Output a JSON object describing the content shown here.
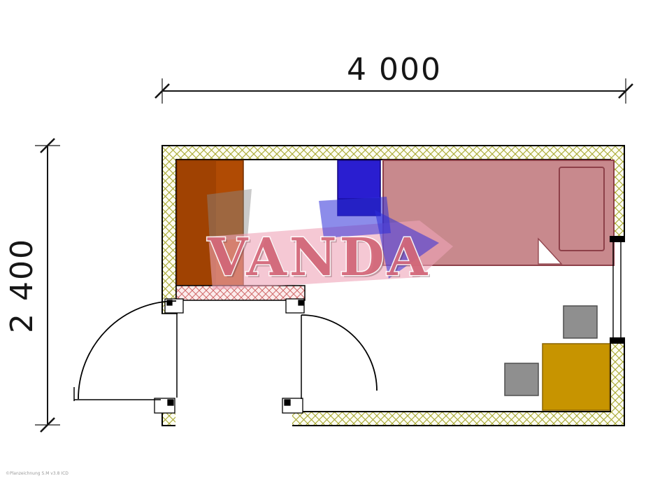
{
  "dimensions": {
    "width_label": "4 000",
    "height_label": "2 400"
  },
  "watermark": {
    "text": "VANDA"
  },
  "footer": {
    "fine_print": "©Planzeichnung S.M v3.8 ICD"
  },
  "colors": {
    "dimension": "#161616",
    "wall_hatch": "#a8a830",
    "interior_hatch": "#d06a6a",
    "wardrobe": "#b04b04",
    "wardrobe_shade": "#8f3800",
    "blue_unit": "#2a1ed0",
    "blue_unit_shade": "#1a10a8",
    "bed": "#c8898d",
    "bed_outline": "#8d4049",
    "desk": "#c79400",
    "chair": "#8f8f8f",
    "watermark_pink": "#eea4b7",
    "watermark_blue": "#2d2dd8",
    "watermark_gray": "#8a8a8a",
    "watermark_text": "#d5697a"
  }
}
